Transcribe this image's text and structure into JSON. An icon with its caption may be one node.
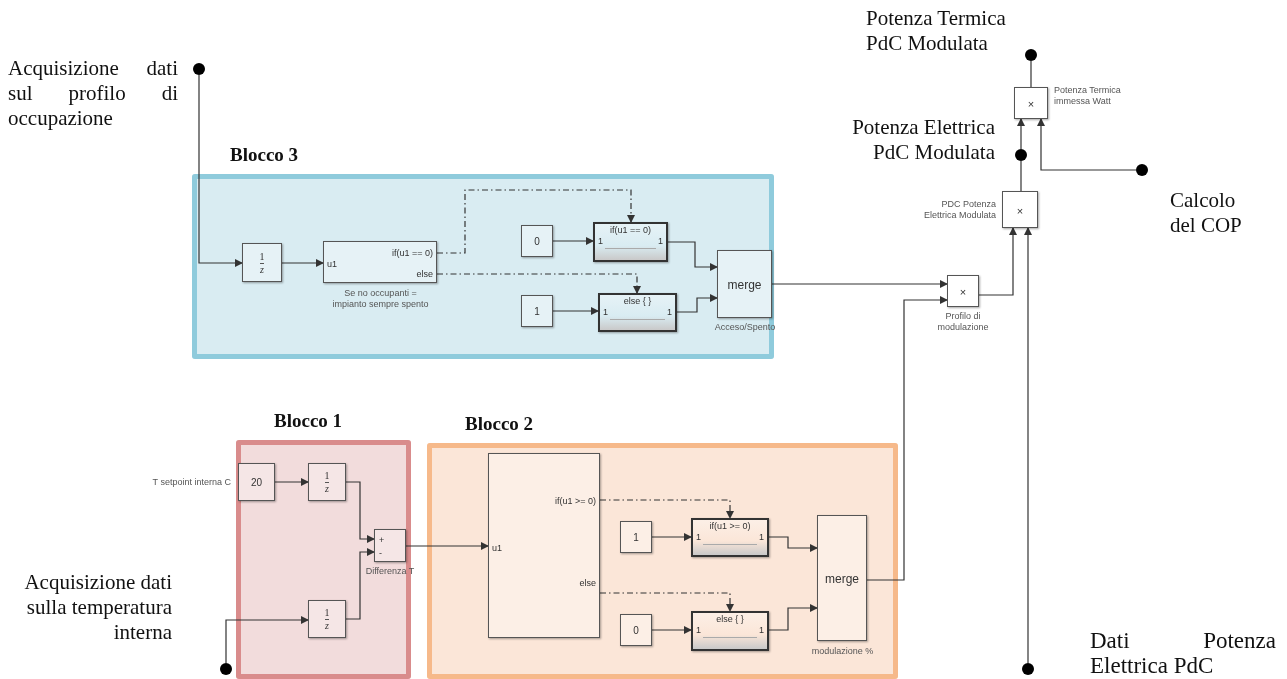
{
  "diagram": {
    "nodes": [
      {
        "text": [
          "Blocco 3"
        ]
      },
      {
        "text": [
          "1",
          "z"
        ],
        "in": 0
      },
      {
        "text": [
          "u1",
          "if(u1 == 0)",
          "else"
        ],
        "in": 0,
        "beside": [
          "Se no occupanti = impianto sempre spento"
        ]
      },
      {
        "text": [
          "0"
        ],
        "in": 0
      },
      {
        "text": [
          "if(u1 == 0)",
          "1",
          "1"
        ],
        "in": 0
      },
      {
        "text": [
          "1"
        ],
        "in": 0
      },
      {
        "text": [
          "else { }",
          "1",
          "1"
        ],
        "in": 0
      },
      {
        "text": [
          "merge"
        ],
        "in": 0,
        "beside": [
          "Acceso/Spento"
        ]
      },
      {
        "text": [
          "Blocco 1"
        ]
      },
      {
        "text": [
          "20"
        ],
        "in": 8,
        "beside": [
          "T setpoint interna C"
        ]
      },
      {
        "text": [
          "1",
          "z"
        ],
        "in": 8
      },
      {
        "text": [
          "+",
          "-"
        ],
        "in": 8,
        "beside": [
          "Differenza T"
        ]
      },
      {
        "text": [
          "1",
          "z"
        ],
        "in": 8
      },
      {
        "text": [
          "Blocco 2"
        ]
      },
      {
        "text": [
          "u1",
          "if(u1 >= 0)",
          "else"
        ],
        "in": 13
      },
      {
        "text": [
          "1"
        ],
        "in": 13
      },
      {
        "text": [
          "if(u1 >= 0)",
          "1",
          "1"
        ],
        "in": 13
      },
      {
        "text": [
          "0"
        ],
        "in": 13
      },
      {
        "text": [
          "else { }",
          "1",
          "1"
        ],
        "in": 13
      },
      {
        "text": [
          "merge"
        ],
        "in": 13,
        "beside": [
          "modulazione %"
        ]
      },
      {
        "text": [
          "×"
        ],
        "beside": [
          "Profilo di modulazione"
        ]
      },
      {
        "text": [
          "×"
        ],
        "beside": [
          "PDC Potenza Elettrica Modulata"
        ]
      },
      {
        "text": [
          "×"
        ],
        "beside": [
          "Potenza Termica immessa Watt"
        ]
      },
      {
        "text": [],
        "shape": "circle",
        "beside": [
          "Acquisizione dati sul profilo di occupazione"
        ]
      },
      {
        "text": [],
        "shape": "circle",
        "beside": [
          "Acquisizione dati sulla temperatura interna"
        ]
      },
      {
        "text": [],
        "shape": "circle",
        "beside": [
          "Potenza Elettrica PdC Modulata"
        ]
      },
      {
        "text": [],
        "shape": "circle",
        "beside": [
          "Potenza Termica PdC Modulata"
        ]
      },
      {
        "text": [],
        "shape": "circle",
        "beside": [
          "Calcolo del COP"
        ]
      },
      {
        "text": [],
        "shape": "circle",
        "beside": [
          "Dati Potenza Elettrica PdC"
        ]
      }
    ],
    "edges": [
      {
        "from": 23,
        "to": 1,
        "arrow": "to"
      },
      {
        "from": 1,
        "to": 2,
        "arrow": "to"
      },
      {
        "from": 2,
        "to": 4,
        "arrow": "to",
        "style": "dashed"
      },
      {
        "from": 2,
        "to": 6,
        "arrow": "to",
        "style": "dashed"
      },
      {
        "from": 3,
        "to": 4,
        "arrow": "to"
      },
      {
        "from": 5,
        "to": 6,
        "arrow": "to"
      },
      {
        "from": 4,
        "to": 7,
        "arrow": "to"
      },
      {
        "from": 6,
        "to": 7,
        "arrow": "to"
      },
      {
        "from": 7,
        "to": 20,
        "arrow": "to"
      },
      {
        "from": 9,
        "to": 10,
        "arrow": "to"
      },
      {
        "from": 10,
        "to": 11,
        "arrow": "to"
      },
      {
        "from": 24,
        "to": 12,
        "arrow": "to"
      },
      {
        "from": 12,
        "to": 11,
        "arrow": "to"
      },
      {
        "from": 11,
        "to": 14,
        "arrow": "to"
      },
      {
        "from": 14,
        "to": 16,
        "arrow": "to",
        "style": "dashed"
      },
      {
        "from": 14,
        "to": 18,
        "arrow": "to",
        "style": "dashed"
      },
      {
        "from": 15,
        "to": 16,
        "arrow": "to"
      },
      {
        "from": 17,
        "to": 18,
        "arrow": "to"
      },
      {
        "from": 16,
        "to": 19,
        "arrow": "to"
      },
      {
        "from": 18,
        "to": 19,
        "arrow": "to"
      },
      {
        "from": 19,
        "to": 20,
        "arrow": "to"
      },
      {
        "from": 20,
        "to": 21,
        "arrow": "to"
      },
      {
        "from": 28,
        "to": 21,
        "arrow": "to"
      },
      {
        "from": 21,
        "to": 25,
        "arrow": "none"
      },
      {
        "from": 25,
        "to": 22,
        "arrow": "to"
      },
      {
        "from": 27,
        "to": 22,
        "arrow": "to"
      },
      {
        "from": 22,
        "to": 26,
        "arrow": "none"
      }
    ]
  }
}
